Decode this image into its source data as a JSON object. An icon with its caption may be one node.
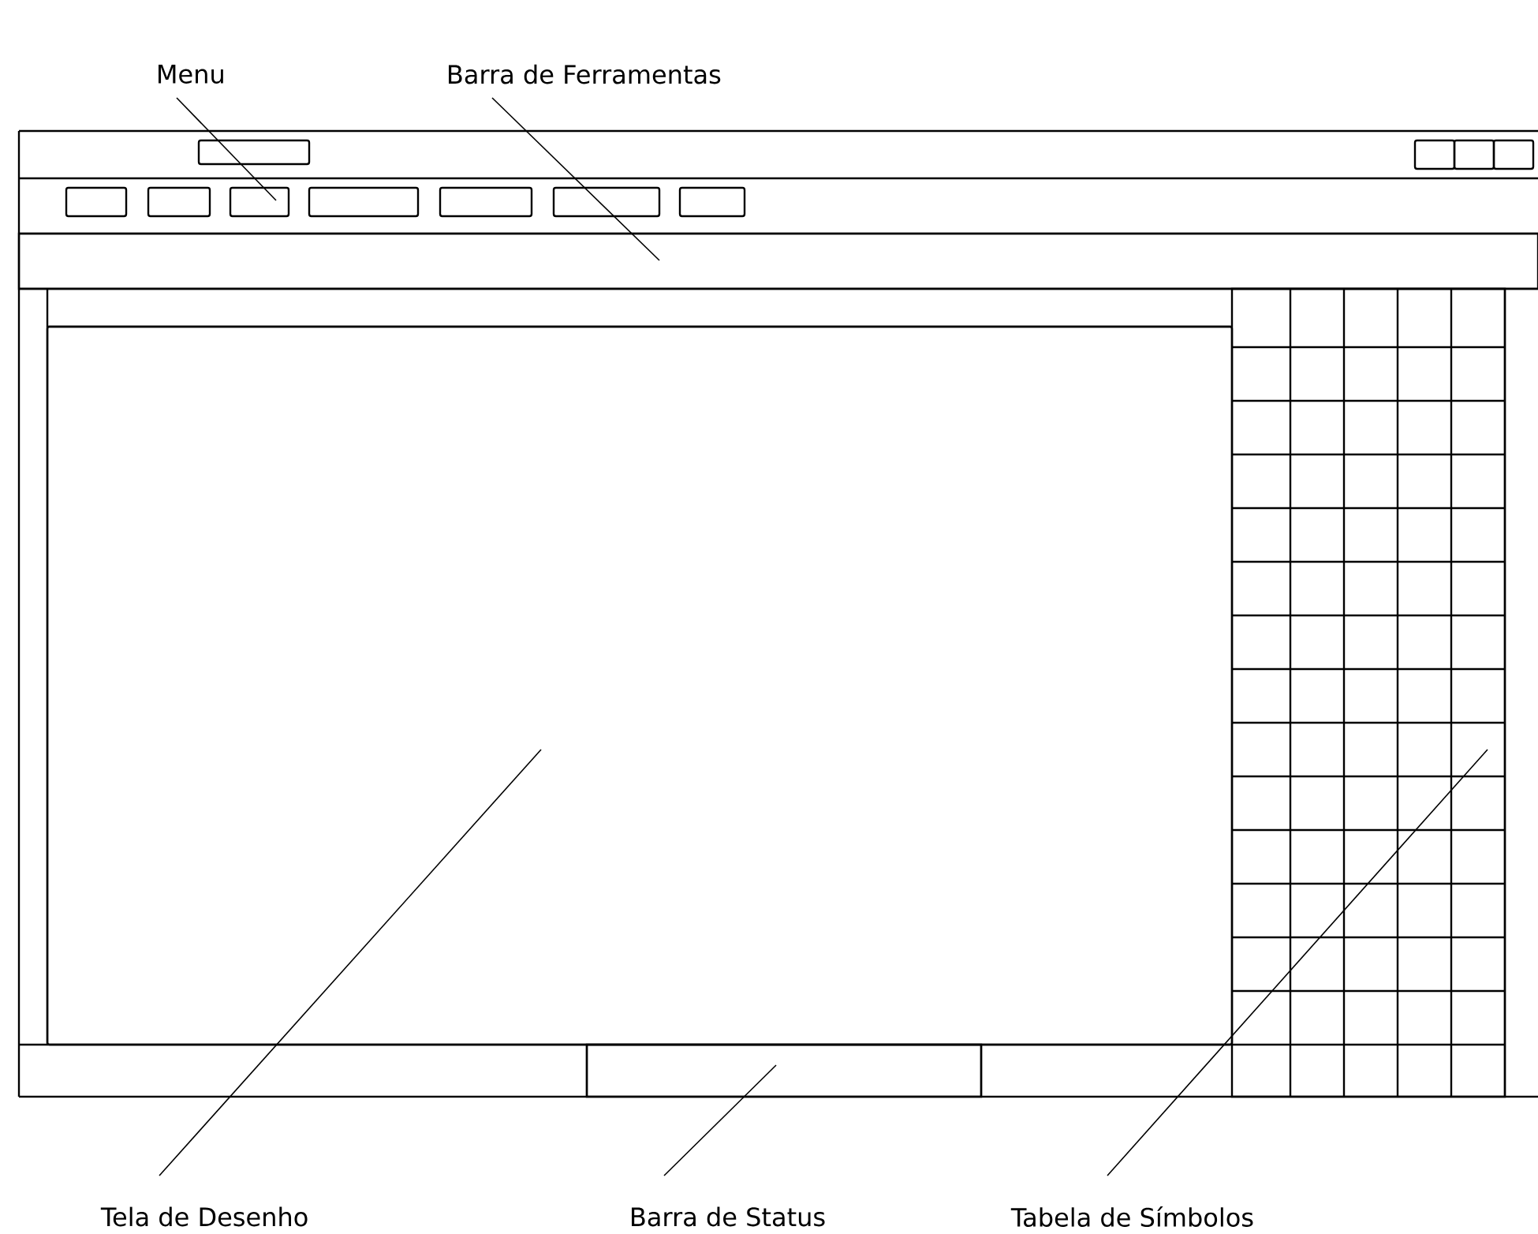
{
  "diagram": {
    "nodes": [
      {
        "text": [
          "Menu"
        ]
      },
      {
        "text": [
          "Barra de Ferramentas"
        ]
      },
      {
        "text": [
          "Tela de Desenho"
        ]
      },
      {
        "text": [
          "Barra de Status"
        ]
      },
      {
        "text": [
          "Tabela de Símbolos"
        ]
      },
      {
        "text": [],
        "shape": "box"
      },
      {
        "text": [],
        "shape": "bar"
      },
      {
        "text": [],
        "shape": "box"
      },
      {
        "text": [],
        "shape": "bar"
      },
      {
        "text": [],
        "shape": "bar"
      }
    ],
    "edges": [
      {
        "from": 0,
        "to": 5,
        "arrow": "none"
      },
      {
        "from": 1,
        "to": 6,
        "arrow": "none"
      },
      {
        "from": 2,
        "to": 7,
        "arrow": "none"
      },
      {
        "from": 3,
        "to": 8,
        "arrow": "none"
      },
      {
        "from": 4,
        "to": 9,
        "arrow": "none"
      }
    ]
  }
}
